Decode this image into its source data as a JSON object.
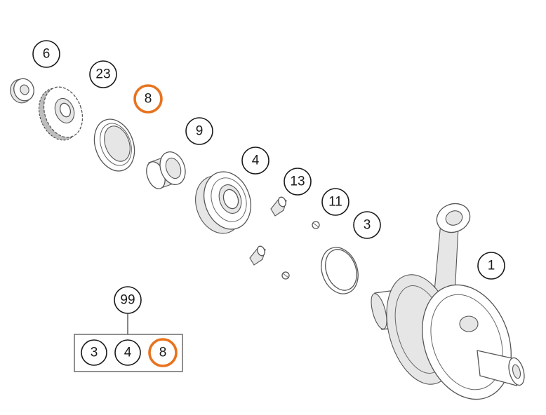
{
  "callouts": {
    "c6": "6",
    "c23": "23",
    "c8": "8",
    "c9": "9",
    "c4": "4",
    "c13": "13",
    "c11": "11",
    "c3": "3",
    "c1": "1",
    "c99": "99",
    "kit_3": "3",
    "kit_4": "4",
    "kit_8": "8"
  },
  "colors": {
    "highlight": "#e8731e",
    "outline": "#1a1a1a"
  }
}
